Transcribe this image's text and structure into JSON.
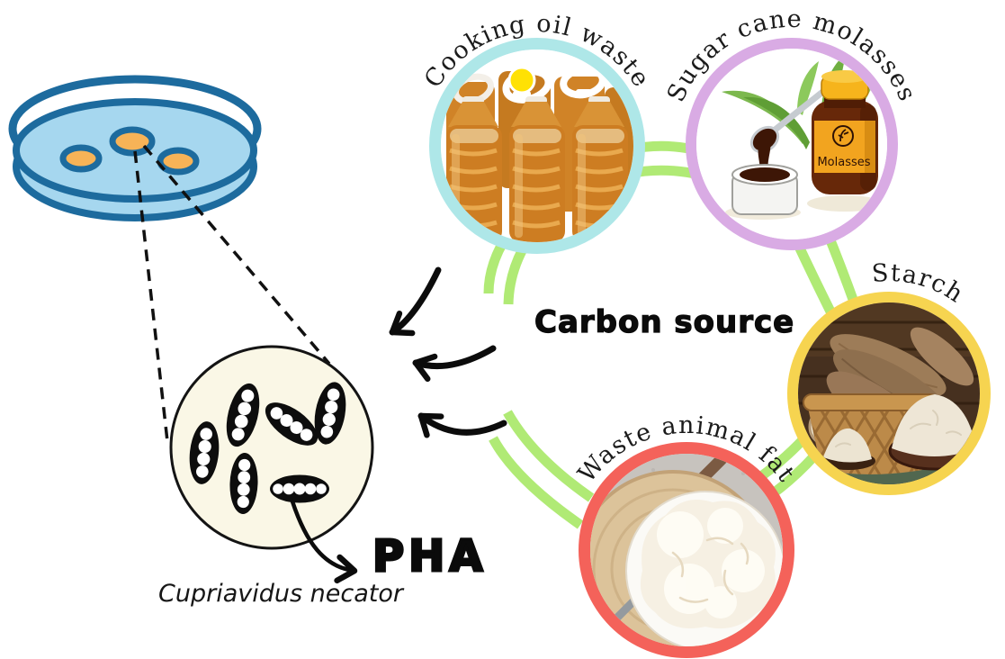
{
  "diagram": {
    "center_label": "Carbon source",
    "product_label": "PHA",
    "organism_label": "Cupriavidus necator",
    "sources": [
      {
        "label": "Cooking oil waste",
        "ring_color": "#aee7e8"
      },
      {
        "label": "Sugar cane molasses",
        "ring_color": "#d9abe4",
        "jar_text": "Molasses"
      },
      {
        "label": "Starch",
        "ring_color": "#f6d450"
      },
      {
        "label": "Waste animal fat",
        "ring_color": "#f4625a"
      }
    ],
    "connector_color": "#b0ea75",
    "petri_dish": {
      "outline_color": "#1d6b9e",
      "agar_color": "#a6d7ef",
      "colony_color": "#f7b357"
    },
    "magnified_cell_bg": "#faf7e6"
  }
}
